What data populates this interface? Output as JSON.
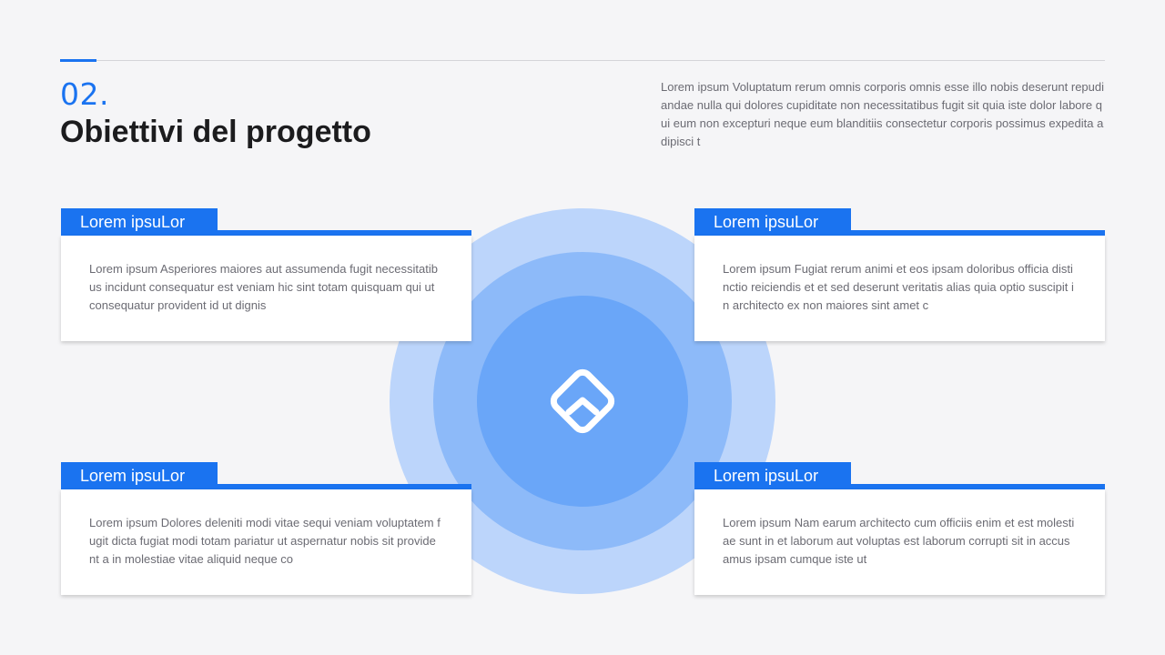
{
  "header": {
    "number": "02.",
    "title": "Obiettivi del progetto",
    "intro": "Lorem ipsum Voluptatum rerum omnis corporis omnis esse illo nobis deserunt repudiandae nulla qui dolores cupiditate non necessitatibus fugit sit quia iste dolor labore qui eum non excepturi neque eum blanditiis consectetur corporis possimus expedita adipisci t"
  },
  "center": {
    "icon": "diamond-chevron-up-icon"
  },
  "cards": [
    {
      "title": "Lorem ipsuLor",
      "text": "Lorem ipsum Asperiores maiores aut assumenda fugit necessitatibus incidunt consequatur est veniam hic sint totam quisquam qui ut consequatur provident id ut dignis"
    },
    {
      "title": "Lorem ipsuLor",
      "text": "Lorem ipsum Fugiat rerum animi et eos ipsam doloribus officia distinctio reiciendis et et sed deserunt veritatis alias quia optio suscipit in architecto ex non maiores sint amet c"
    },
    {
      "title": "Lorem ipsuLor",
      "text": "Lorem ipsum Dolores deleniti modi vitae sequi veniam voluptatem fugit dicta fugiat modi totam pariatur ut aspernatur nobis sit provident a in molestiae vitae aliquid neque co"
    },
    {
      "title": "Lorem ipsuLor",
      "text": "Lorem ipsum Nam earum architecto cum officiis enim et est molestiae sunt in et laborum aut voluptas est laborum corrupti sit in accusamus ipsam cumque iste ut"
    }
  ],
  "colors": {
    "accent": "#1a73f0",
    "ring_outer": "#bcd5fb",
    "ring_mid": "#8dbaf9",
    "ring_inner": "#6aa6f8",
    "background": "#f5f5f7"
  }
}
